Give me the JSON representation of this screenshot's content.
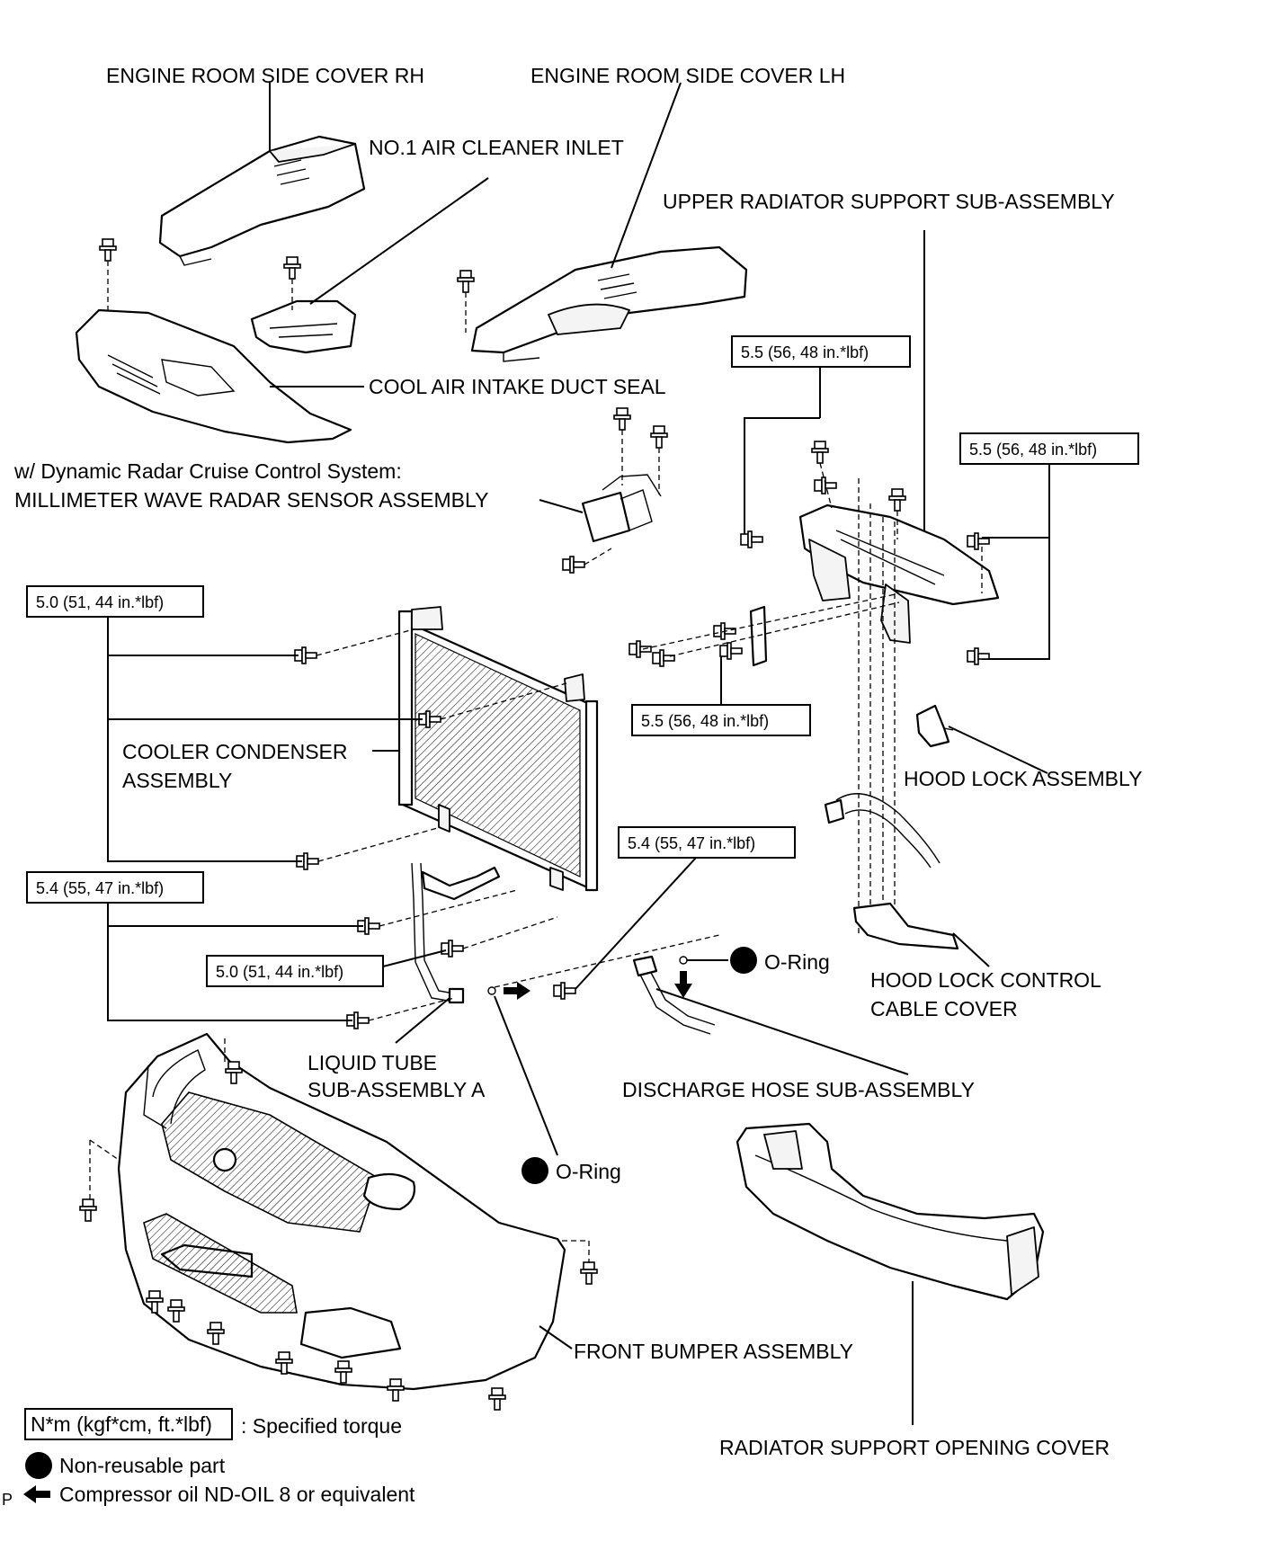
{
  "labels": {
    "engine_room_side_cover_rh": "ENGINE ROOM SIDE COVER RH",
    "engine_room_side_cover_lh": "ENGINE ROOM SIDE COVER LH",
    "no1_air_cleaner_inlet": "NO.1 AIR CLEANER INLET",
    "upper_radiator_support": "UPPER RADIATOR SUPPORT SUB-ASSEMBLY",
    "cool_air_intake_duct_seal": "COOL AIR INTAKE DUCT SEAL",
    "radar_line1": "w/ Dynamic Radar Cruise Control System:",
    "radar_line2": "MILLIMETER WAVE RADAR SENSOR ASSEMBLY",
    "cooler_condenser_line1": "COOLER CONDENSER",
    "cooler_condenser_line2": "ASSEMBLY",
    "hood_lock_assembly": "HOOD LOCK ASSEMBLY",
    "hood_lock_cable_line1": "HOOD LOCK CONTROL",
    "hood_lock_cable_line2": "CABLE COVER",
    "o_ring_right": "O-Ring",
    "o_ring_bottom": "O-Ring",
    "liquid_tube_line1": "LIQUID TUBE",
    "liquid_tube_line2": "SUB-ASSEMBLY A",
    "discharge_hose": "DISCHARGE HOSE SUB-ASSEMBLY",
    "front_bumper": "FRONT BUMPER ASSEMBLY",
    "radiator_support_cover": "RADIATOR SUPPORT OPENING COVER"
  },
  "torques": {
    "upper_center": "5.5 (56, 48 in.*lbf)",
    "upper_right": "5.5 (56, 48 in.*lbf)",
    "upper_lower": "5.5 (56, 48 in.*lbf)",
    "condenser_top": "5.0 (51, 44 in.*lbf)",
    "condenser_bottom": "5.4 (55, 47 in.*lbf)",
    "liquid_tube": "5.0 (51, 44 in.*lbf)",
    "discharge": "5.4 (55, 47 in.*lbf)"
  },
  "legend": {
    "torque_box": "N*m (kgf*cm, ft.*lbf)",
    "torque_text": ": Specified torque",
    "non_reusable": "Non-reusable part",
    "compressor_oil": "Compressor oil ND-OIL 8 or equivalent",
    "corner_mark": "P"
  }
}
